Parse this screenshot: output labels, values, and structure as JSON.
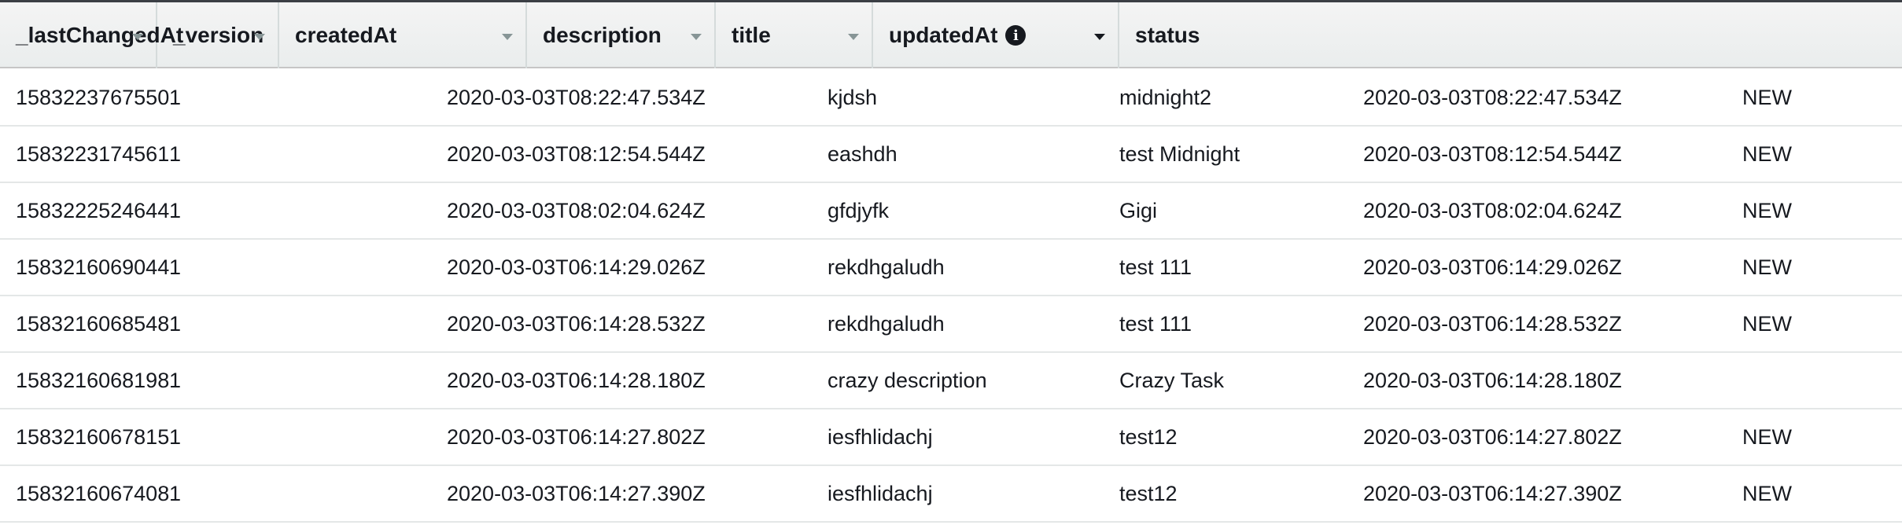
{
  "table": {
    "columns": [
      {
        "label": "_lastChangedAt",
        "has_info_icon": false
      },
      {
        "label": "_version",
        "has_info_icon": false
      },
      {
        "label": "createdAt",
        "has_info_icon": false
      },
      {
        "label": "description",
        "has_info_icon": false
      },
      {
        "label": "title",
        "has_info_icon": false
      },
      {
        "label": "updatedAt",
        "has_info_icon": true
      },
      {
        "label": "status",
        "has_info_icon": false
      }
    ],
    "info_icon_glyph": "i",
    "rows": [
      {
        "lastChangedAt": "1583223767550",
        "version": "1",
        "createdAt": "2020-03-03T08:22:47.534Z",
        "description": "kjdsh",
        "title": "midnight2",
        "updatedAt": "2020-03-03T08:22:47.534Z",
        "status": "NEW"
      },
      {
        "lastChangedAt": "1583223174561",
        "version": "1",
        "createdAt": "2020-03-03T08:12:54.544Z",
        "description": "eashdh",
        "title": "test Midnight",
        "updatedAt": "2020-03-03T08:12:54.544Z",
        "status": "NEW"
      },
      {
        "lastChangedAt": "1583222524644",
        "version": "1",
        "createdAt": "2020-03-03T08:02:04.624Z",
        "description": "gfdjyfk",
        "title": "Gigi",
        "updatedAt": "2020-03-03T08:02:04.624Z",
        "status": "NEW"
      },
      {
        "lastChangedAt": "1583216069044",
        "version": "1",
        "createdAt": "2020-03-03T06:14:29.026Z",
        "description": "rekdhgaludh",
        "title": "test 111",
        "updatedAt": "2020-03-03T06:14:29.026Z",
        "status": "NEW"
      },
      {
        "lastChangedAt": "1583216068548",
        "version": "1",
        "createdAt": "2020-03-03T06:14:28.532Z",
        "description": "rekdhgaludh",
        "title": "test 111",
        "updatedAt": "2020-03-03T06:14:28.532Z",
        "status": "NEW"
      },
      {
        "lastChangedAt": "1583216068198",
        "version": "1",
        "createdAt": "2020-03-03T06:14:28.180Z",
        "description": "crazy description",
        "title": "Crazy Task",
        "updatedAt": "2020-03-03T06:14:28.180Z",
        "status": ""
      },
      {
        "lastChangedAt": "1583216067815",
        "version": "1",
        "createdAt": "2020-03-03T06:14:27.802Z",
        "description": "iesfhlidachj",
        "title": "test12",
        "updatedAt": "2020-03-03T06:14:27.802Z",
        "status": "NEW"
      },
      {
        "lastChangedAt": "1583216067408",
        "version": "1",
        "createdAt": "2020-03-03T06:14:27.390Z",
        "description": "iesfhlidachj",
        "title": "test12",
        "updatedAt": "2020-03-03T06:14:27.390Z",
        "status": "NEW"
      }
    ]
  }
}
